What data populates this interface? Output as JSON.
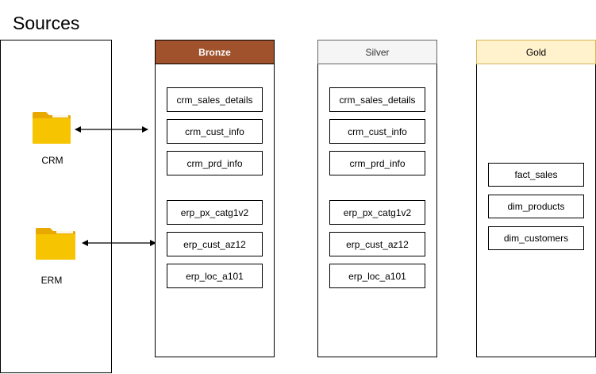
{
  "title": "Sources",
  "sources": {
    "crm_label": "CRM",
    "erm_label": "ERM",
    "folder_color": "#f6c400"
  },
  "bronze": {
    "header": "Bronze",
    "header_color": "#a0522d",
    "tables": [
      "crm_sales_details",
      "crm_cust_info",
      "crm_prd_info",
      "erp_px_catg1v2",
      "erp_cust_az12",
      "erp_loc_a101"
    ]
  },
  "silver": {
    "header": "Silver",
    "header_color": "#f5f5f5",
    "tables": [
      "crm_sales_details",
      "crm_cust_info",
      "crm_prd_info",
      "erp_px_catg1v2",
      "erp_cust_az12",
      "erp_loc_a101"
    ]
  },
  "gold": {
    "header": "Gold",
    "header_color": "#fff2cc",
    "tables": [
      "fact_sales",
      "dim_products",
      "dim_customers"
    ]
  }
}
